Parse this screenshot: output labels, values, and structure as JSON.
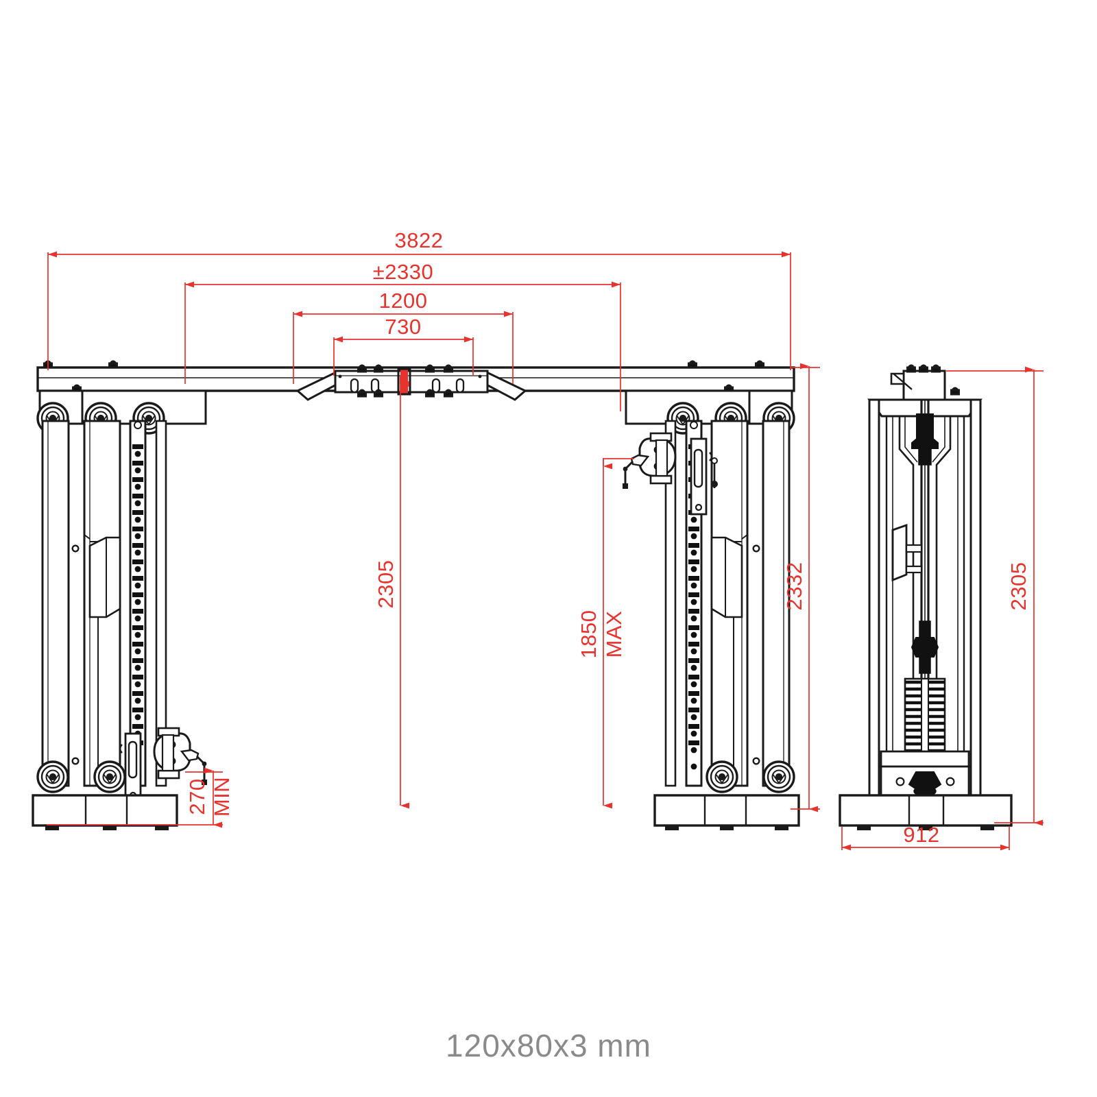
{
  "sheet": {
    "title": "Functional trainer dimensioned drawing",
    "background_color": "#ffffff",
    "line_color": "#1a1a1a",
    "dimension_color": "#e8322d",
    "caption_color": "#8a8a8a"
  },
  "caption": {
    "text": "120x80x3 mm"
  },
  "views": [
    {
      "id": "front-view",
      "name": "front-elevation"
    },
    {
      "id": "side-view",
      "name": "side-elevation"
    }
  ],
  "dimensions": {
    "overall_width": {
      "label": "3822",
      "unit": "mm",
      "orientation": "horizontal",
      "view": "front"
    },
    "inner_span": {
      "label": "±2330",
      "unit": "mm",
      "orientation": "horizontal",
      "view": "front"
    },
    "bar_width": {
      "label": "1200",
      "unit": "mm",
      "orientation": "horizontal",
      "view": "front"
    },
    "grip_width": {
      "label": "730",
      "unit": "mm",
      "orientation": "horizontal",
      "view": "front"
    },
    "frame_height": {
      "label": "2305",
      "unit": "mm",
      "orientation": "vertical",
      "view": "front"
    },
    "pulley_height_max": {
      "label": "1850",
      "unit": "mm",
      "orientation": "vertical",
      "view": "front",
      "note": "MAX"
    },
    "pulley_height_max_note": {
      "label": "MAX"
    },
    "overall_height": {
      "label": "2332",
      "unit": "mm",
      "orientation": "vertical",
      "view": "front"
    },
    "pulley_height_min": {
      "label": "270",
      "unit": "mm",
      "orientation": "vertical",
      "view": "front",
      "note": "MIN"
    },
    "pulley_height_min_note": {
      "label": "MIN"
    },
    "side_height": {
      "label": "2305",
      "unit": "mm",
      "orientation": "vertical",
      "view": "side"
    },
    "base_depth": {
      "label": "912",
      "unit": "mm",
      "orientation": "horizontal",
      "view": "side"
    }
  },
  "dimension_list": [
    "3822",
    "±2330",
    "1200",
    "730",
    "2305",
    "1850",
    "MAX",
    "2332",
    "270",
    "MIN",
    "2305",
    "912"
  ]
}
